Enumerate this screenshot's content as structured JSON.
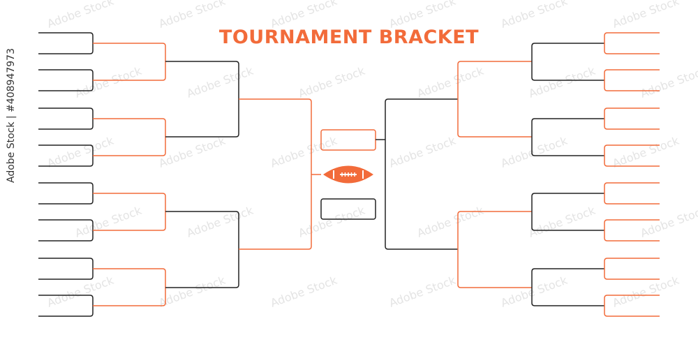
{
  "title": "TOURNAMENT BRACKET",
  "watermark": "Adobe Stock | #408947973",
  "watermark_mark": "Adobe Stock",
  "colors": {
    "accent": "#f26b3a",
    "line": "#222222",
    "background": "#ffffff",
    "ball": "#f26b3a",
    "ball_laces": "#ffffff"
  },
  "icon": "american-football-icon"
}
